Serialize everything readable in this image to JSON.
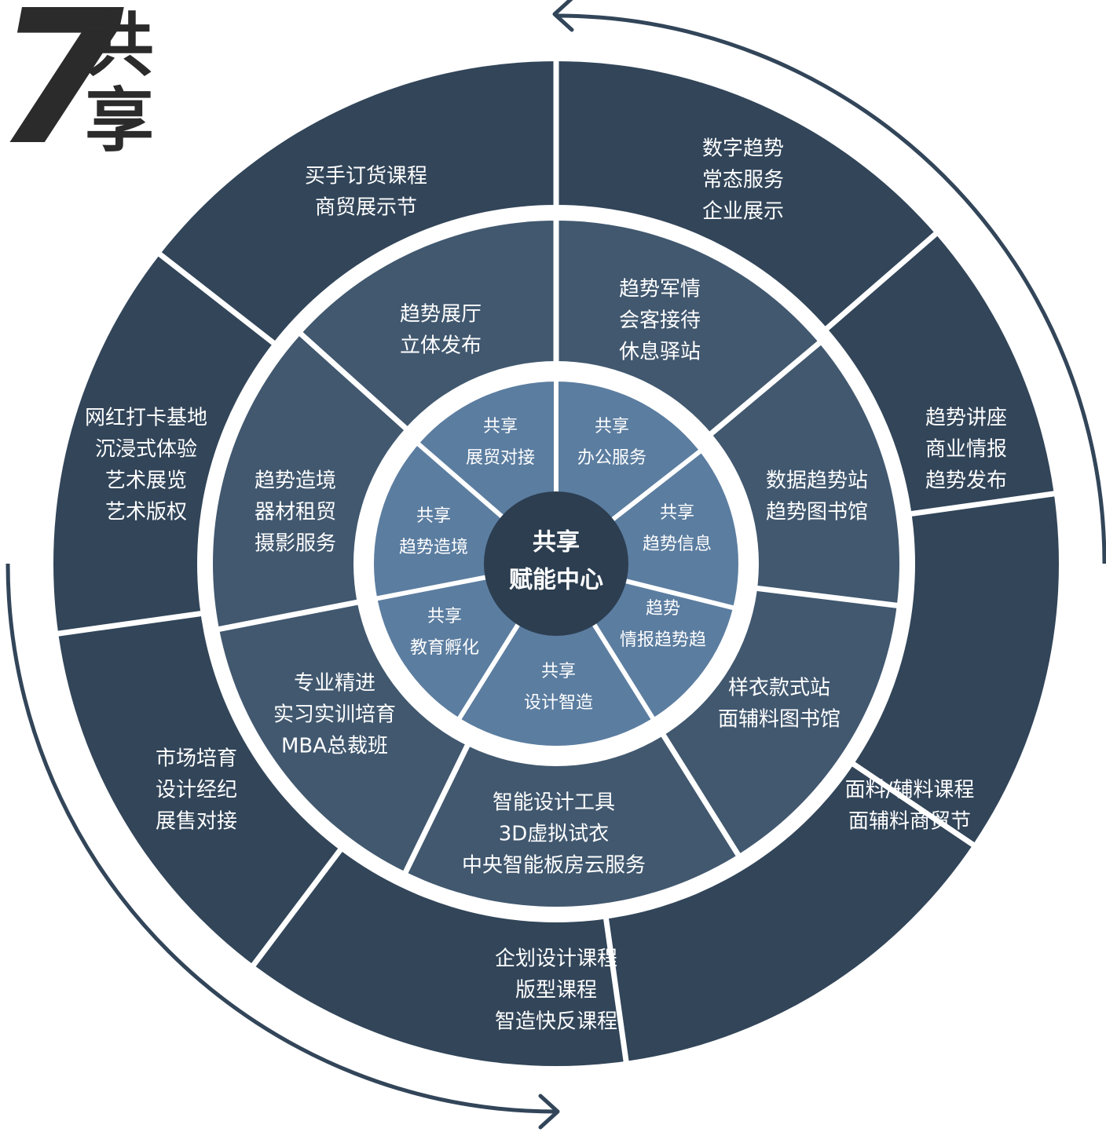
{
  "heading": {
    "number": "7",
    "chars": [
      "共",
      "享"
    ]
  },
  "center": {
    "lines": [
      "共享",
      "赋能中心"
    ]
  },
  "colors": {
    "outer": "#324559",
    "middle": "#41586f",
    "inner": "#5b7da0",
    "center": "#2c3e50",
    "divider": "#ffffff",
    "arrow": "#324559",
    "heading": "#2b2b2b"
  },
  "inner_ring": [
    {
      "lines": [
        "共享",
        "展贸对接"
      ]
    },
    {
      "lines": [
        "共享",
        "办公服务"
      ]
    },
    {
      "lines": [
        "共享",
        "趋势信息"
      ]
    },
    {
      "lines": [
        "趋势",
        "情报趋势趋"
      ]
    },
    {
      "lines": [
        "共享",
        "设计智造"
      ]
    },
    {
      "lines": [
        "共享",
        "教育孵化"
      ]
    },
    {
      "lines": [
        "共享",
        "趋势造境"
      ]
    }
  ],
  "middle_ring": [
    {
      "lines": [
        "趋势展厅",
        "立体发布"
      ]
    },
    {
      "lines": [
        "趋势军情",
        "会客接待",
        "休息驿站"
      ]
    },
    {
      "lines": [
        "数据趋势站",
        "趋势图书馆"
      ]
    },
    {
      "lines": [
        "样衣款式站",
        "面辅料图书馆"
      ]
    },
    {
      "lines": [
        "智能设计工具",
        "3D虚拟试衣",
        "中央智能板房云服务"
      ]
    },
    {
      "lines": [
        "专业精进",
        "实习实训培育",
        "MBA总裁班"
      ]
    },
    {
      "lines": [
        "趋势造境",
        "器材租贸",
        "摄影服务"
      ]
    }
  ],
  "outer_ring": [
    {
      "lines": [
        "买手订货课程",
        "商贸展示节"
      ]
    },
    {
      "lines": [
        "数字趋势",
        "常态服务",
        "企业展示"
      ]
    },
    {
      "lines": [
        "趋势讲座",
        "商业情报",
        "趋势发布"
      ]
    },
    {
      "lines": [
        "面料/辅料课程",
        "面辅料商贸节"
      ]
    },
    {
      "lines": [
        "企划设计课程",
        "版型课程",
        "智造快反课程"
      ]
    },
    {
      "lines": [
        "市场培育",
        "设计经纪",
        "展售对接"
      ]
    },
    {
      "lines": [
        "网红打卡基地",
        "沉浸式体验",
        "艺术展览",
        "艺术版权"
      ]
    }
  ]
}
